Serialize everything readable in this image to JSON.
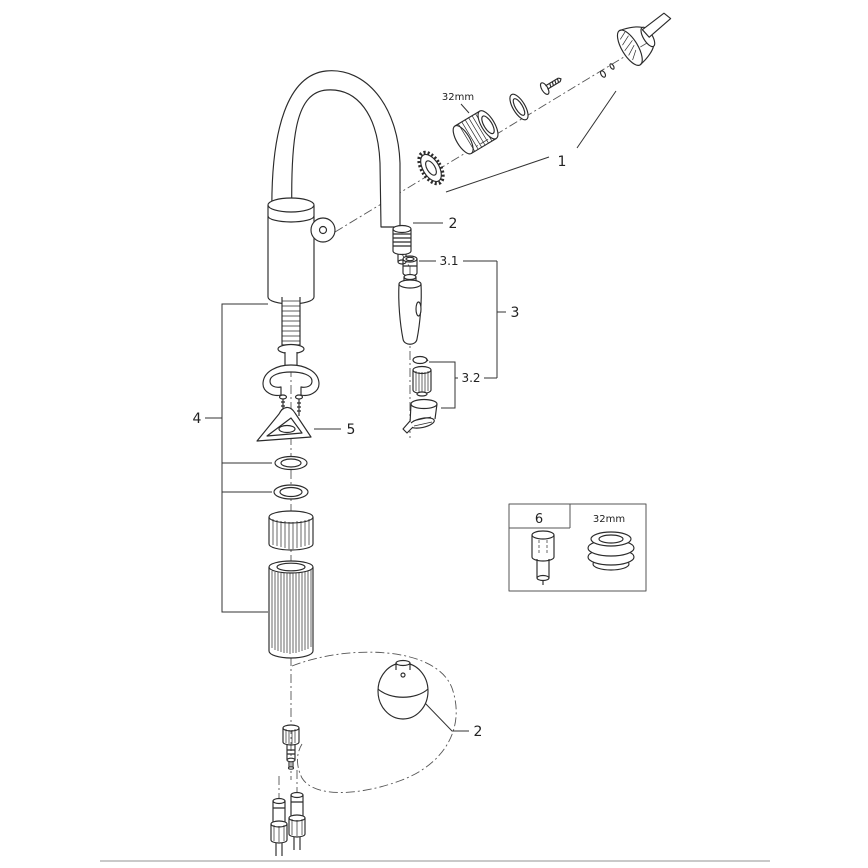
{
  "page": {
    "background": "#ffffff",
    "line_color": "#2b2b2b",
    "centerline_color": "#555555",
    "bottom_rule_color": "#c9c9c9"
  },
  "diagram": {
    "type": "exploded-parts-diagram",
    "labels": {
      "size_top": "32mm",
      "c1": "1",
      "c2_top": "2",
      "c3_1": "3.1",
      "c3": "3",
      "c3_2": "3.2",
      "c4": "4",
      "c5": "5",
      "c6": "6",
      "size_box": "32mm",
      "c2_bottom": "2"
    }
  }
}
